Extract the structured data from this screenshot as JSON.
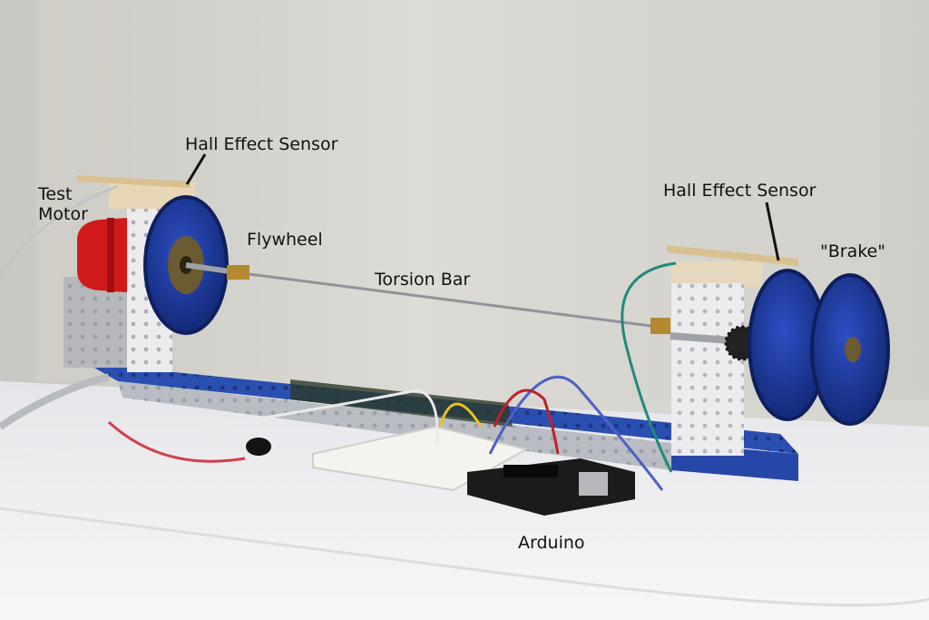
{
  "labels": {
    "hall_sensor_left": "Hall Effect Sensor",
    "test_motor_line1": "Test",
    "test_motor_line2": "Motor",
    "flywheel": "Flywheel",
    "torsion_bar": "Torsion Bar",
    "hall_sensor_right": "Hall Effect Sensor",
    "brake": "\"Brake\"",
    "arduino": "Arduino"
  },
  "colors": {
    "wall": "#d9d7d1",
    "table_cloth": "#f1f1f3",
    "wheel_blue": "#1f3a9c",
    "rail_blue": "#2a4fb0",
    "bracket_white": "#e8e8ea",
    "motor_red": "#d11a1a",
    "breadboard": "#f4f3ee",
    "arduino_board": "#1b1b1b"
  }
}
